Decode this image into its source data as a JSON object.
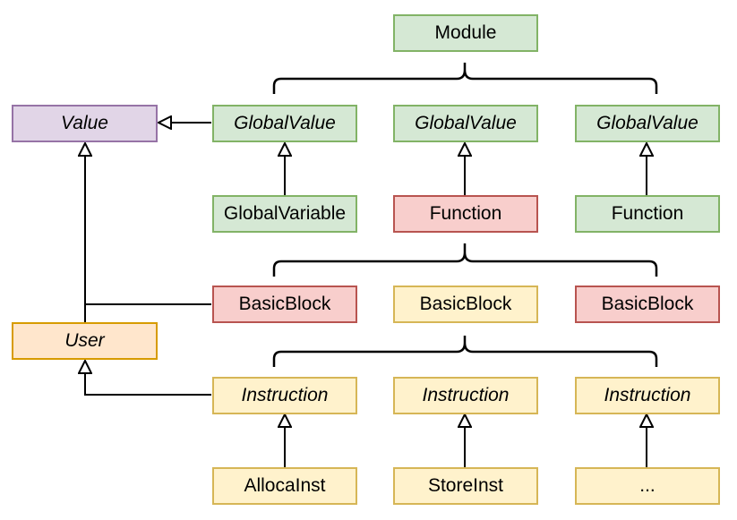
{
  "nodes": {
    "module": {
      "label": "Module",
      "color": "green",
      "abstract": false
    },
    "value": {
      "label": "Value",
      "color": "purple",
      "abstract": true
    },
    "global_value_1": {
      "label": "GlobalValue",
      "color": "green",
      "abstract": true
    },
    "global_value_2": {
      "label": "GlobalValue",
      "color": "green",
      "abstract": true
    },
    "global_value_3": {
      "label": "GlobalValue",
      "color": "green",
      "abstract": true
    },
    "global_variable": {
      "label": "GlobalVariable",
      "color": "green",
      "abstract": false
    },
    "function_1": {
      "label": "Function",
      "color": "red",
      "abstract": false
    },
    "function_2": {
      "label": "Function",
      "color": "green",
      "abstract": false
    },
    "basic_block_1": {
      "label": "BasicBlock",
      "color": "red",
      "abstract": false
    },
    "basic_block_2": {
      "label": "BasicBlock",
      "color": "yellow",
      "abstract": false
    },
    "basic_block_3": {
      "label": "BasicBlock",
      "color": "red",
      "abstract": false
    },
    "user": {
      "label": "User",
      "color": "orange",
      "abstract": true
    },
    "instruction_1": {
      "label": "Instruction",
      "color": "yellow",
      "abstract": true
    },
    "instruction_2": {
      "label": "Instruction",
      "color": "yellow",
      "abstract": true
    },
    "instruction_3": {
      "label": "Instruction",
      "color": "yellow",
      "abstract": true
    },
    "alloca_inst": {
      "label": "AllocaInst",
      "color": "yellow",
      "abstract": false
    },
    "store_inst": {
      "label": "StoreInst",
      "color": "yellow",
      "abstract": false
    },
    "more_inst": {
      "label": "...",
      "color": "yellow",
      "abstract": false
    }
  },
  "colors": {
    "green": {
      "fill": "#d5e8d4",
      "stroke": "#82b366"
    },
    "purple": {
      "fill": "#e1d5e7",
      "stroke": "#9673a6"
    },
    "red": {
      "fill": "#f8cecc",
      "stroke": "#b85450"
    },
    "yellow": {
      "fill": "#fff2cc",
      "stroke": "#d6b656"
    },
    "orange": {
      "fill": "#ffe6cc",
      "stroke": "#d79b00"
    }
  },
  "inheritance": [
    {
      "child": "global_value_1",
      "parent": "value"
    },
    {
      "child": "global_variable",
      "parent": "global_value_1"
    },
    {
      "child": "function_1",
      "parent": "global_value_2"
    },
    {
      "child": "function_2",
      "parent": "global_value_3"
    },
    {
      "child": "user",
      "parent": "value"
    },
    {
      "child": "basic_block_1",
      "parent": "value"
    },
    {
      "child": "instruction_1",
      "parent": "user"
    },
    {
      "child": "alloca_inst",
      "parent": "instruction_1"
    },
    {
      "child": "store_inst",
      "parent": "instruction_2"
    },
    {
      "child": "more_inst",
      "parent": "instruction_3"
    }
  ],
  "containment": [
    {
      "container": "module",
      "members": [
        "global_value_1",
        "global_value_2",
        "global_value_3"
      ]
    },
    {
      "container": "function_1",
      "members": [
        "basic_block_1",
        "basic_block_2",
        "basic_block_3"
      ]
    },
    {
      "container": "basic_block_2",
      "members": [
        "instruction_1",
        "instruction_2",
        "instruction_3"
      ]
    }
  ]
}
